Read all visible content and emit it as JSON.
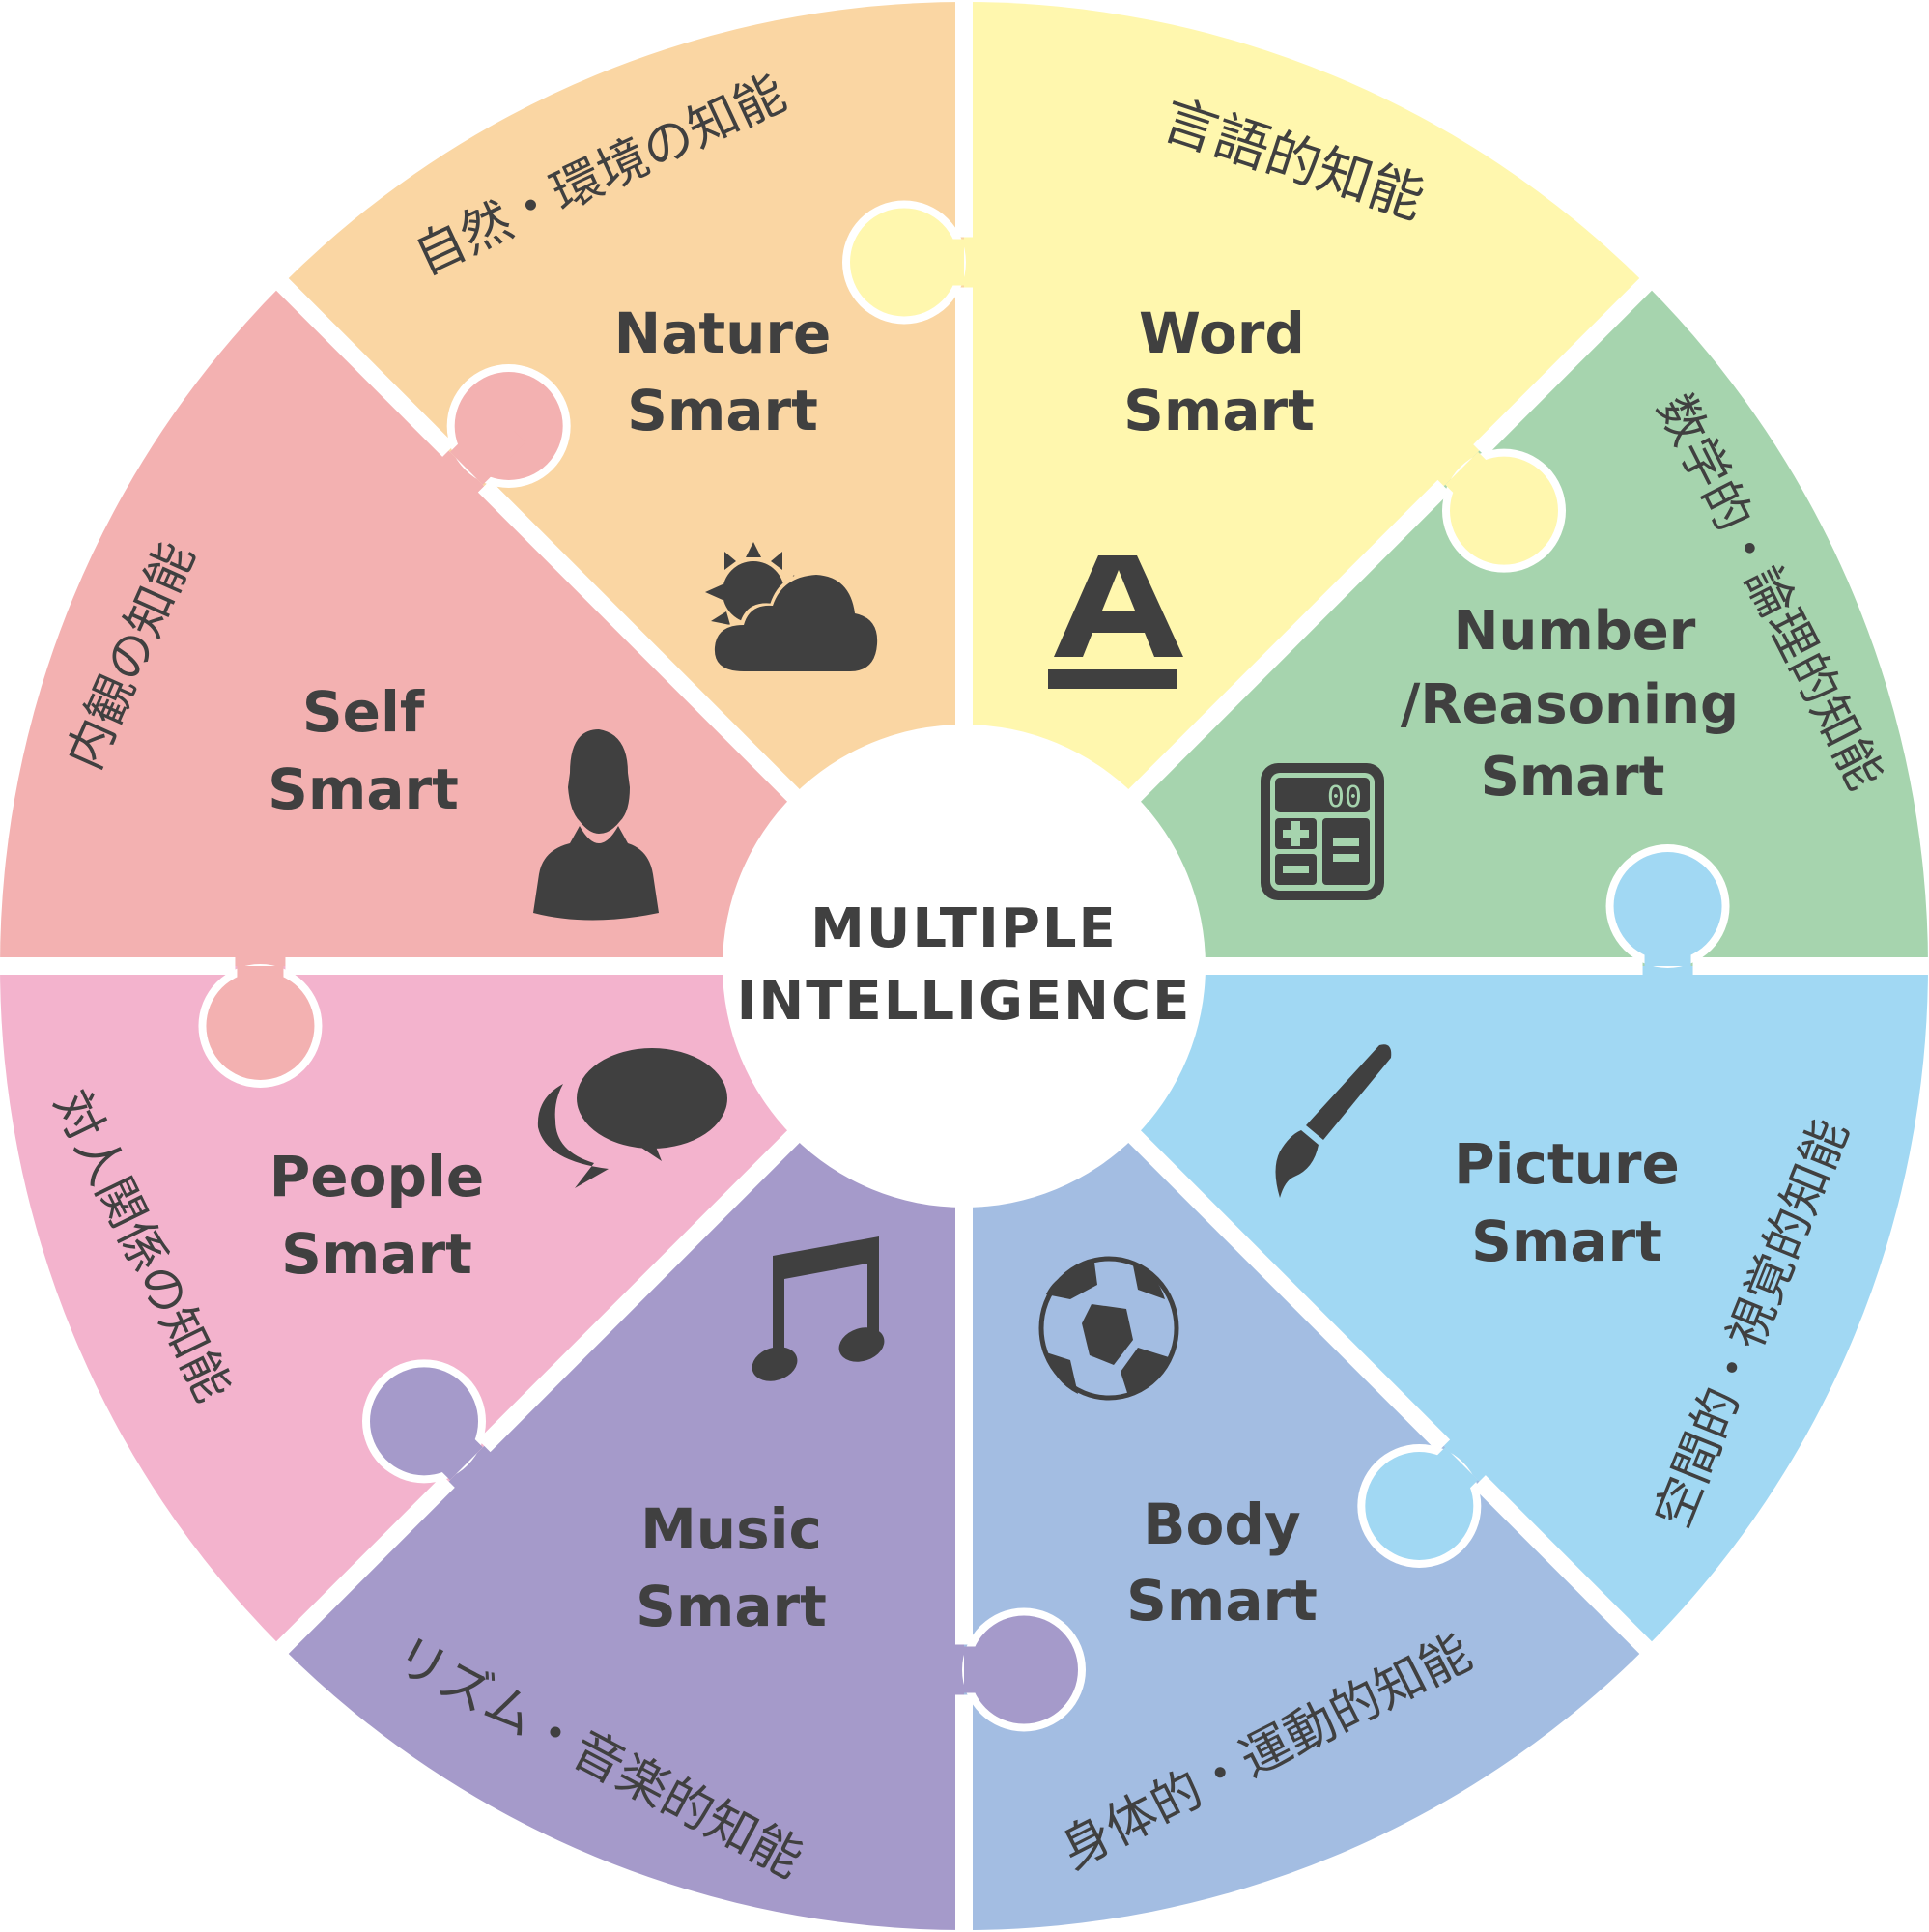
{
  "center": {
    "line1": "MULTIPLE",
    "line2": "INTELLIGENCE",
    "color": "#ffffff"
  },
  "segments": [
    {
      "id": "word",
      "title_line1": "Word",
      "title_line2": "Smart",
      "title_line3": "",
      "jp": "言語的知能",
      "color": "#FFF7AE",
      "icon": "letter-a-icon"
    },
    {
      "id": "number",
      "title_line1": "Number",
      "title_line2": "/Reasoning",
      "title_line3": "Smart",
      "jp": "数学的・論理的知能",
      "color": "#A6D4AE",
      "icon": "calculator-icon"
    },
    {
      "id": "picture",
      "title_line1": "Picture",
      "title_line2": "Smart",
      "title_line3": "",
      "jp": "空間的・視覚的知能",
      "color": "#A1D8F3",
      "icon": "paintbrush-icon"
    },
    {
      "id": "body",
      "title_line1": "Body",
      "title_line2": "Smart",
      "title_line3": "",
      "jp": "身体的・運動的知能",
      "color": "#A3BDE2",
      "icon": "soccer-ball-icon"
    },
    {
      "id": "music",
      "title_line1": "Music",
      "title_line2": "Smart",
      "title_line3": "",
      "jp": "リズム・音楽的知能",
      "color": "#A59ACA",
      "icon": "music-note-icon"
    },
    {
      "id": "people",
      "title_line1": "People",
      "title_line2": "Smart",
      "title_line3": "",
      "jp": "対人関係の知能",
      "color": "#F3B3CD",
      "icon": "speech-bubbles-icon"
    },
    {
      "id": "self",
      "title_line1": "Self",
      "title_line2": "Smart",
      "title_line3": "",
      "jp": "内観の知能",
      "color": "#F3B1B1",
      "icon": "person-icon"
    },
    {
      "id": "nature",
      "title_line1": "Nature",
      "title_line2": "Smart",
      "title_line3": "",
      "jp": "自然・環境の知能",
      "color": "#FAD6A3",
      "icon": "sun-cloud-icon"
    }
  ],
  "calculator_display": "00"
}
